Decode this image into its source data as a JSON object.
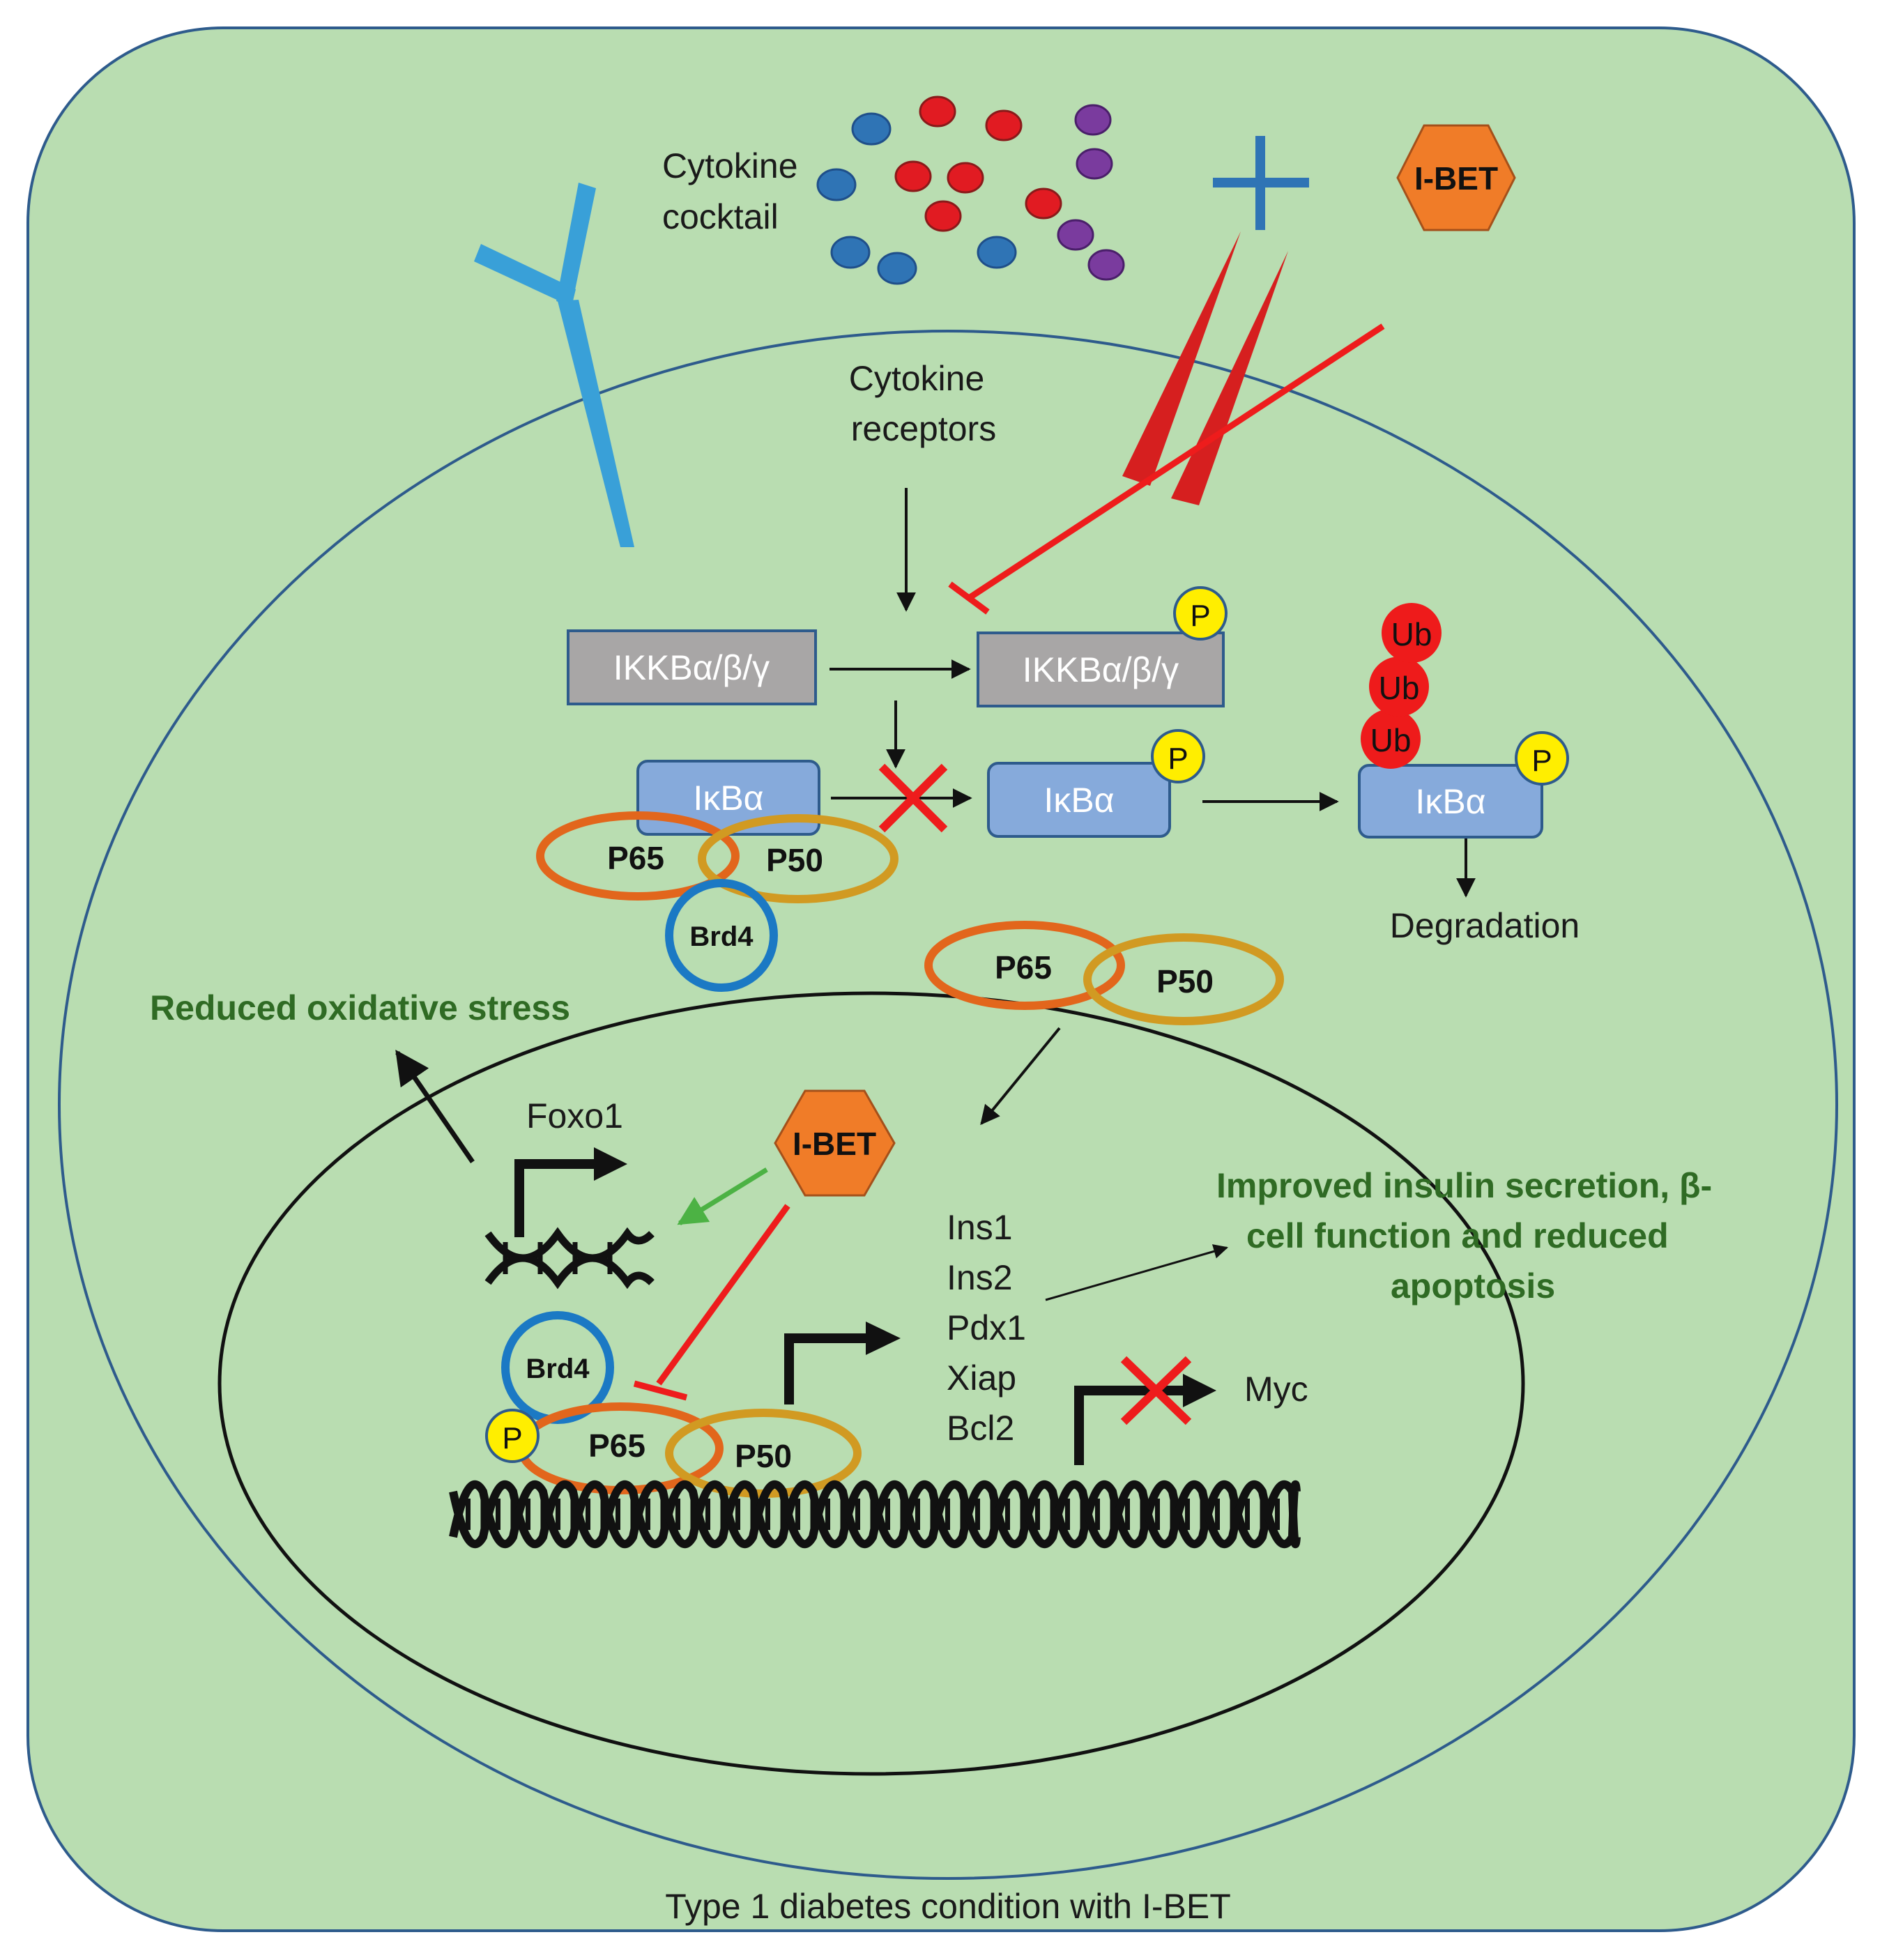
{
  "labels": {
    "cytokine_line1": "Cytokine",
    "cytokine_line2": "cocktail",
    "receptors_line1": "Cytokine",
    "receptors_line2": "receptors",
    "ibet_top": "I-BET",
    "ibet_nucleus": "I-BET",
    "ikk_left": "IKKBα/β/γ",
    "ikk_right": "IKKBα/β/γ",
    "ikba_1": "IκBα",
    "ikba_2": "IκBα",
    "ikba_3": "IκBα",
    "p_marker": "P",
    "ub": "Ub",
    "degradation": "Degradation",
    "p65": "P65",
    "p50": "P50",
    "brd4": "Brd4",
    "reduced_stress": "Reduced oxidative stress",
    "foxo1": "Foxo1",
    "genes": [
      "Ins1",
      "Ins2",
      "Pdx1",
      "Xiap",
      "Bcl2"
    ],
    "improved_1": "Improved insulin secretion, β-",
    "improved_2": "cell function and reduced",
    "improved_3": "apoptosis",
    "myc": "Myc",
    "caption": "Type 1 diabetes condition with I-BET"
  },
  "colors": {
    "background": "#b9ddb1",
    "outline": "#2e5b8c",
    "nucleus_outline": "#111111",
    "receptor_blue": "#39a0d8",
    "cross_blue": "#2f74b5",
    "inhibitor_red": "#ee1c1c",
    "drug_red": "#d61f1f",
    "ibet_orange": "#f07c28",
    "ikk_gray": "#a8a6a6",
    "ikba_blue": "#86aadb",
    "p65_orange": "#e2661c",
    "p50_gold": "#d19a22",
    "brd4_blue": "#1b79c4",
    "phospho_yellow": "#ffee00",
    "ub_red": "#ee1b1b",
    "text_green": "#2f6b24",
    "green_arrow": "#4cb244"
  }
}
